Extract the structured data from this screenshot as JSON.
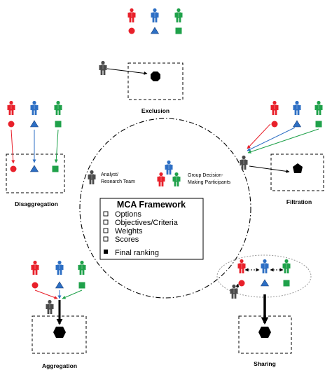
{
  "colors": {
    "red": "#e8202a",
    "blue": "#2d6fc4",
    "green": "#1fa14a",
    "analyst": "#4a4a4a"
  },
  "labels": {
    "exclusion": "Exclusion",
    "filtration": "Filtration",
    "disaggregation": "Disaggregation",
    "aggregation": "Aggregation",
    "sharing": "Sharing"
  },
  "center": {
    "analyst_line1": "Analyst/",
    "analyst_line2": "Research Team",
    "group_line1": "Group Decision-",
    "group_line2": "Making Participants"
  },
  "framework": {
    "title": "MCA Framework",
    "items": [
      "Options",
      "Objectives/Criteria",
      "Weights",
      "Scores"
    ],
    "final": "Final ranking"
  },
  "icons": [
    "person-icon",
    "circle-icon",
    "triangle-icon",
    "square-icon",
    "octagon-icon",
    "pentagon-icon",
    "hexagon-icon"
  ]
}
